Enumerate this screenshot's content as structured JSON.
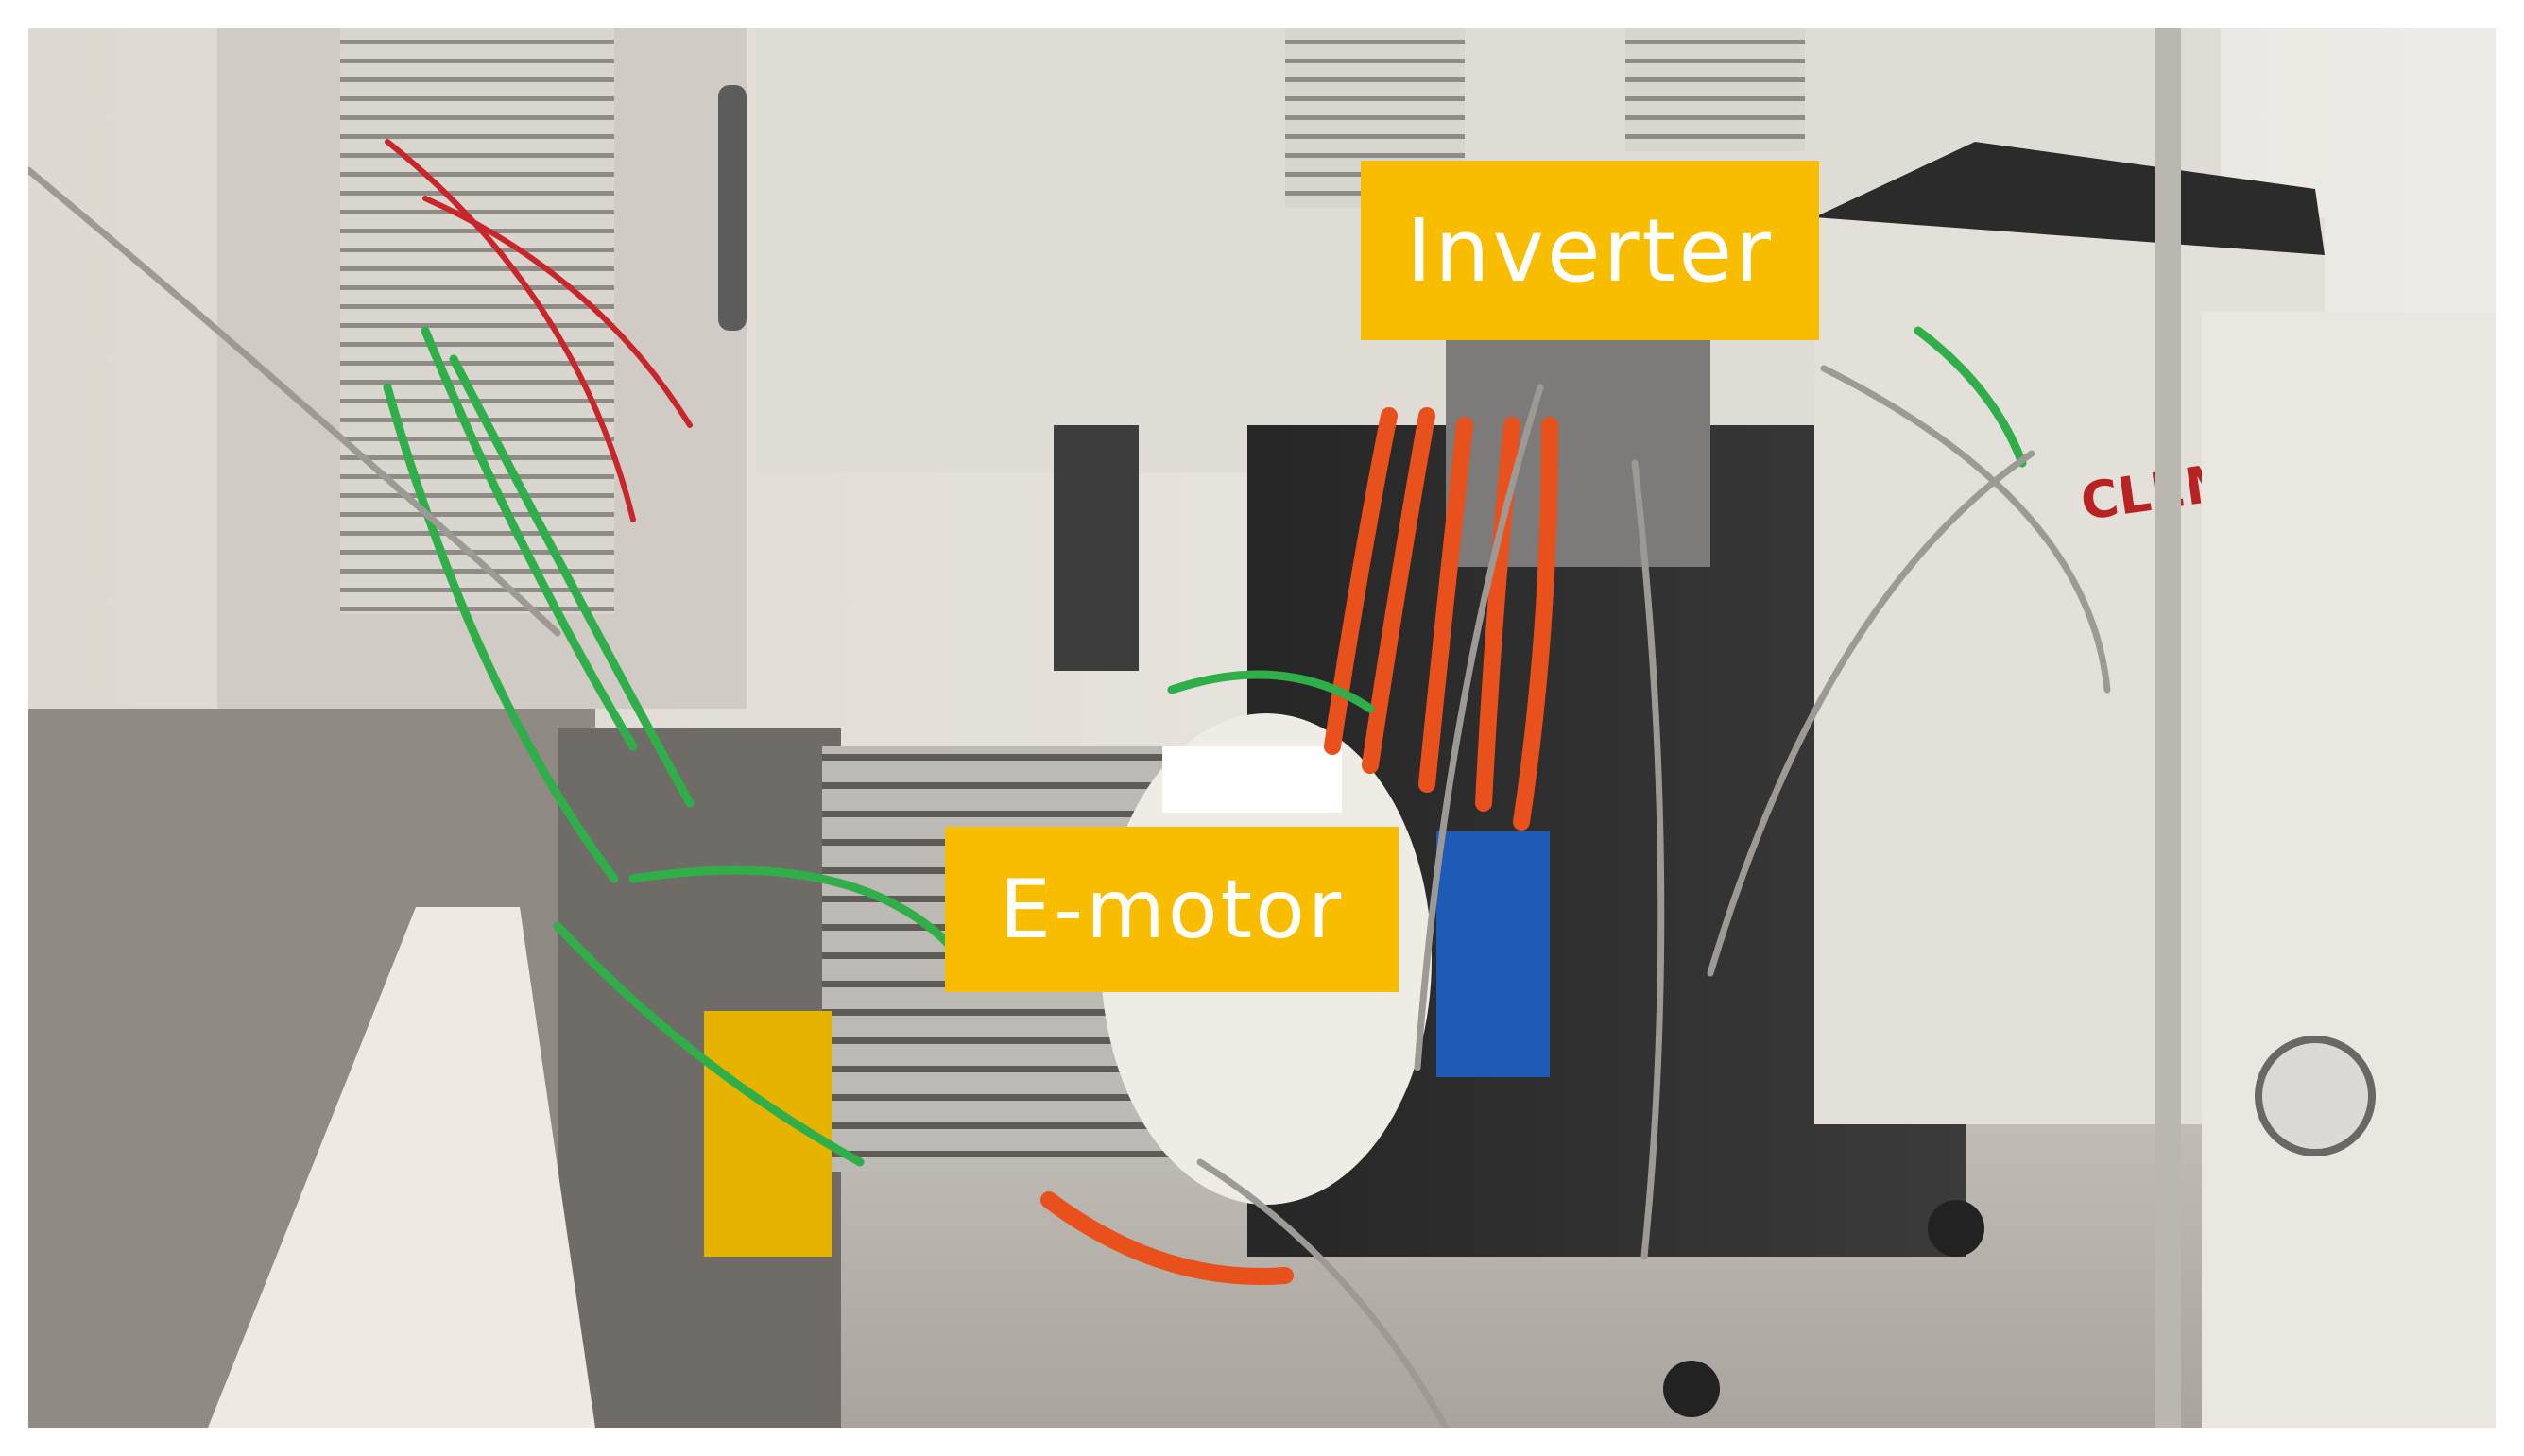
{
  "labels": {
    "inverter": "Inverter",
    "emotor": "E-motor"
  },
  "scene": {
    "brand_marking": "CLEME",
    "colors": {
      "label_background": "#f9bd00",
      "label_text": "#ffffff",
      "cabinet": "#d6d3cd",
      "wall": "#e7e4de",
      "cables_orange": "#e8501c",
      "cables_green": "#2fae4a",
      "motor_body": "#ece9e1"
    }
  }
}
